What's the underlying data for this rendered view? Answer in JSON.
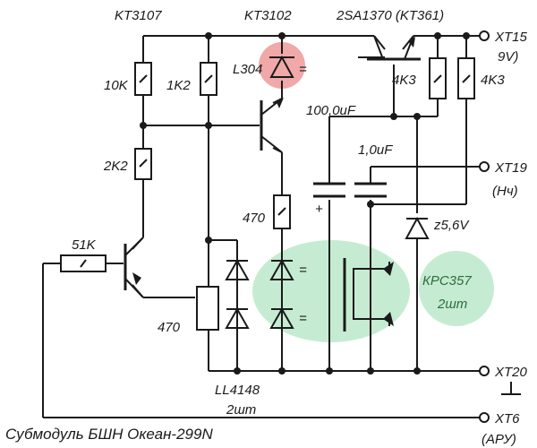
{
  "labels": {
    "kt3107": "KT3107",
    "kt3102": "KT3102",
    "sa1370": "2SA1370 (KT361)",
    "xt15": "XT15",
    "v9": "9V)",
    "r10k": "10K",
    "r1k2": "1K2",
    "l304": "L304",
    "eq_l304": "=",
    "r4k3a": "4K3",
    "r4k3b": "4K3",
    "c100": "100,0uF",
    "c1": "1,0uF",
    "xt19": "XT19",
    "nch": "(Нч)",
    "r2k2": "2K2",
    "r470a": "470",
    "plus": "+",
    "z56": "z5,6V",
    "r51k": "51K",
    "eq_d1": "=",
    "eq_d2": "=",
    "krs357": "КРС357",
    "pcs2": "2шт",
    "r470b": "470",
    "xt20": "XT20",
    "ll4148": "LL4148",
    "pcs2b": "2шт",
    "xt6": "XT6",
    "aru": "(АРУ)",
    "caption": "Субмодуль БШН Океан-299N"
  },
  "colors": {
    "ink": "#1a1a1a",
    "led_highlight": "#f0a8a8",
    "diode_highlight": "#c5ecd2",
    "highlight_text": "#2e6b3e"
  }
}
